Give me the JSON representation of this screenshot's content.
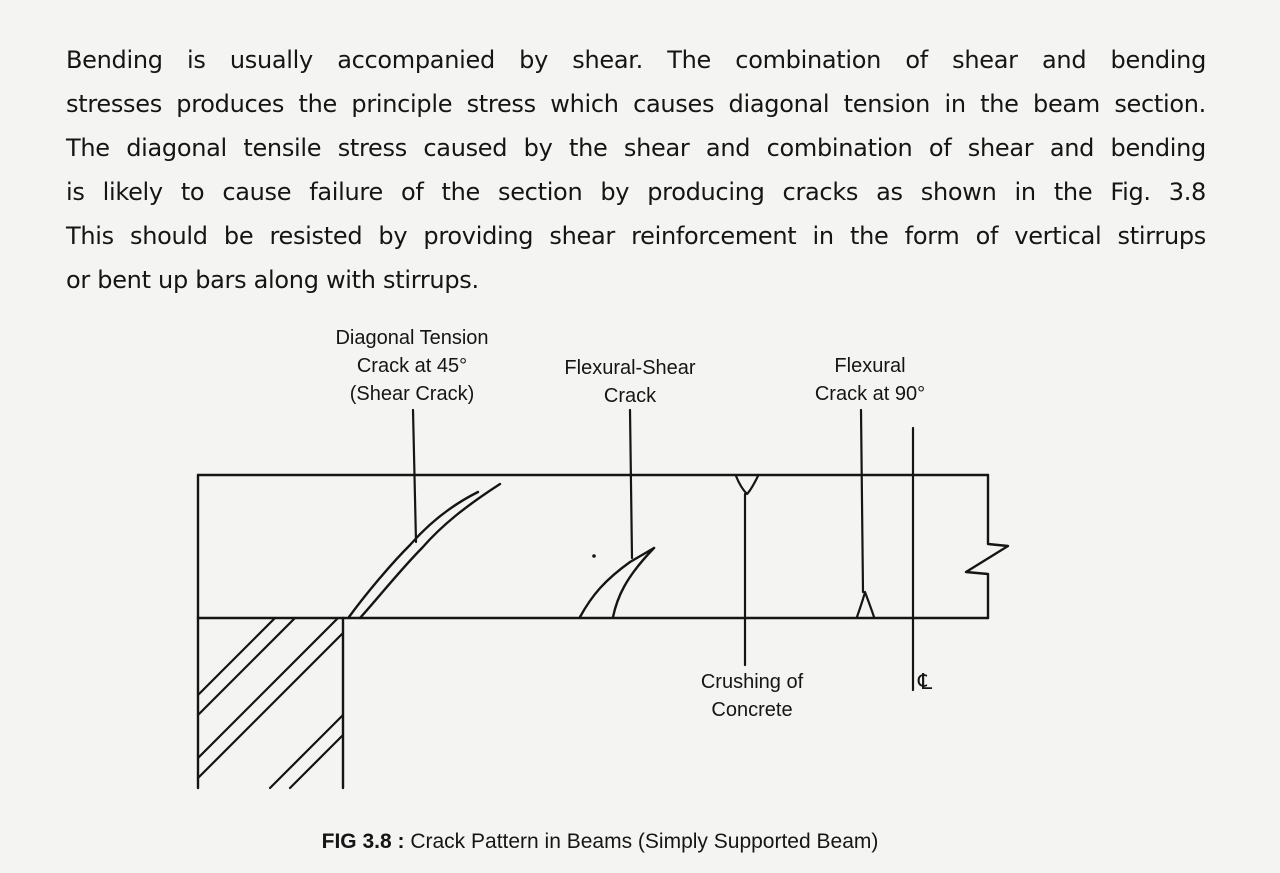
{
  "paragraph": {
    "lines": [
      "Bending is usually accompanied by shear. The combination of shear and bending",
      "stresses produces the principle stress which causes diagonal tension in the beam section.",
      "The diagonal tensile stress caused by the shear and combination of shear and bending",
      "is likely to cause failure of the section by producing cracks as shown in the Fig. 3.8",
      "This should be resisted by providing shear reinforcement in the form of vertical stirrups",
      "or bent up bars along with stirrups."
    ]
  },
  "figure": {
    "labels": {
      "diagonal_tension": [
        "Diagonal Tension",
        "Crack at 45°",
        "(Shear Crack)"
      ],
      "flexural_shear": [
        "Flexural-Shear",
        "Crack"
      ],
      "flexural": [
        "Flexural",
        "Crack at 90°"
      ],
      "crushing": [
        "Crushing of",
        "Concrete"
      ],
      "centerline": "℄"
    },
    "caption": {
      "number": "FIG 3.8 :",
      "text": " Crack Pattern in Beams (Simply Supported Beam)"
    }
  }
}
